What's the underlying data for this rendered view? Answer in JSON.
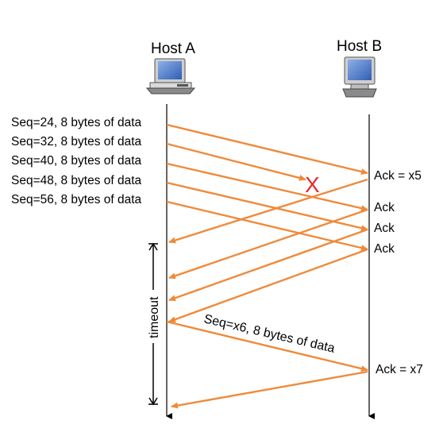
{
  "hosts": {
    "a": {
      "title": "Host A"
    },
    "b": {
      "title": "Host B"
    }
  },
  "segments": [
    {
      "label": "Seq=24, 8 bytes of data"
    },
    {
      "label": "Seq=32, 8 bytes of data"
    },
    {
      "label": "Seq=40, 8 bytes of data"
    },
    {
      "label": "Seq=48, 8 bytes of data"
    },
    {
      "label": "Seq=56, 8 bytes of data"
    }
  ],
  "acks": [
    {
      "label": "Ack = x5"
    },
    {
      "label": "Ack"
    },
    {
      "label": "Ack"
    },
    {
      "label": "Ack"
    },
    {
      "label": "Ack = x7"
    }
  ],
  "loss_marker": "X",
  "timeout_label": "timeout",
  "retransmission_label": "Seq=x6, 8 bytes of data",
  "colors": {
    "arrow": "#ef8a3a",
    "loss": "#e8292a",
    "timeline": "#000000",
    "timeout_bracket": "#000000"
  },
  "icons": [
    "desktop-computer-icon",
    "desktop-computer-icon"
  ]
}
